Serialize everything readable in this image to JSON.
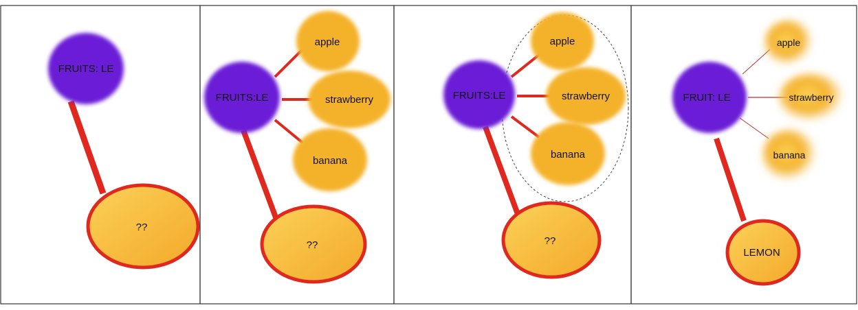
{
  "panels": [
    {
      "id": "panel-1",
      "category_label": "FRUITS: LE",
      "examples": [],
      "target_label": "??"
    },
    {
      "id": "panel-2",
      "category_label": "FRUITS:LE",
      "examples": [
        "apple",
        "strawberry",
        "banana"
      ],
      "target_label": "??"
    },
    {
      "id": "panel-3",
      "category_label": "FRUITS:LE",
      "examples": [
        "apple",
        "strawberry",
        "banana"
      ],
      "target_label": "??",
      "examples_grouped": true
    },
    {
      "id": "panel-4",
      "category_label": "FRUIT: LE",
      "examples": [
        "apple",
        "strawberry",
        "banana"
      ],
      "target_label": "LEMON",
      "examples_faded": true
    }
  ],
  "colors": {
    "category_node": "#6a1fd6",
    "example_node": "#f5b52e",
    "link": "#e0281e",
    "panel_border": "#333333"
  }
}
